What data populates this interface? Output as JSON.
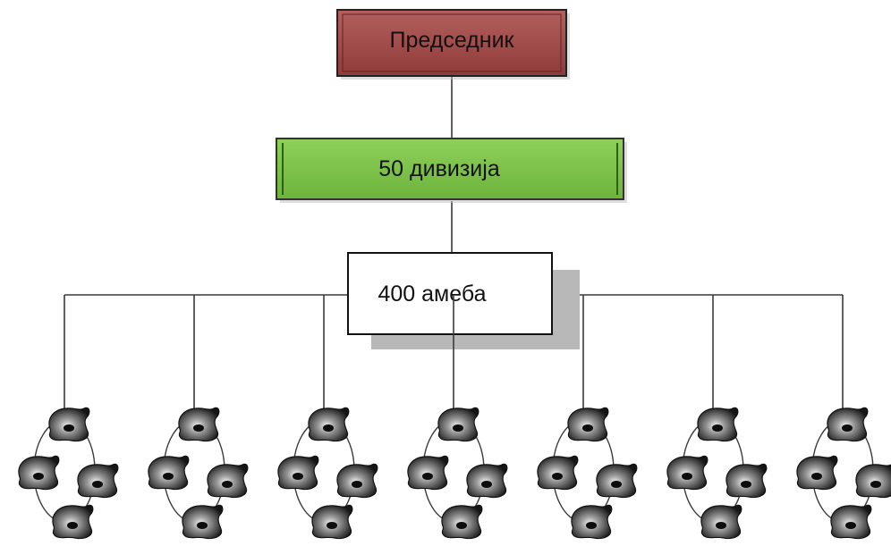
{
  "nodes": {
    "president": {
      "label": "Председник",
      "fill": "#a04a48"
    },
    "divisions": {
      "label": "50 дивизија",
      "fill": "#7cc24a"
    },
    "amoebas": {
      "label": "400 амеба",
      "fill": "#ffffff"
    }
  },
  "colors": {
    "line": "#3a3a3a",
    "blob_dark": "#1e1e1e",
    "blob_light": "#f2f2f2"
  },
  "amoeba_clusters": 7,
  "amoebas_per_cluster": 4
}
